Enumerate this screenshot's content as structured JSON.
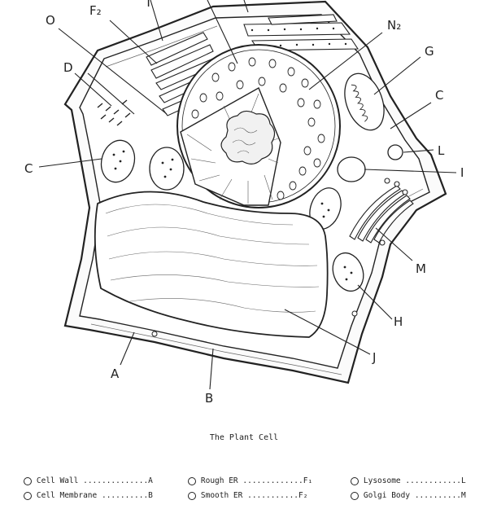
{
  "diagram": {
    "labels": {
      "f2": "F₂",
      "t": "T",
      "o": "O",
      "n2": "N₂",
      "g": "G",
      "c_right": "C",
      "d": "D",
      "l": "L",
      "c_left": "C",
      "i": "I",
      "m": "M",
      "h": "H",
      "j": "J",
      "a": "A",
      "b": "B"
    }
  },
  "legend": {
    "title": "The Plant Cell",
    "rows": [
      [
        {
          "name": "Cell Wall",
          "dots": " ..............",
          "letter": "A"
        },
        {
          "name": "Rough ER",
          "dots": " .............",
          "letter": "F₁"
        },
        {
          "name": "Lysosome",
          "dots": " ............",
          "letter": "L"
        }
      ],
      [
        {
          "name": "Cell Membrane",
          "dots": " ..........",
          "letter": "B"
        },
        {
          "name": "Smooth ER",
          "dots": " ...........",
          "letter": "F₂"
        },
        {
          "name": "Golgi Body",
          "dots": " ..........",
          "letter": "M"
        }
      ]
    ]
  }
}
